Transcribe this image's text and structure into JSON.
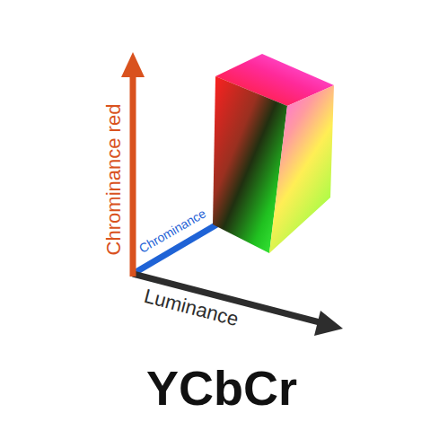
{
  "diagram": {
    "title": "YCbCr",
    "labels": [
      "Chrominance red",
      "Chrominance",
      "Luminance"
    ]
  }
}
